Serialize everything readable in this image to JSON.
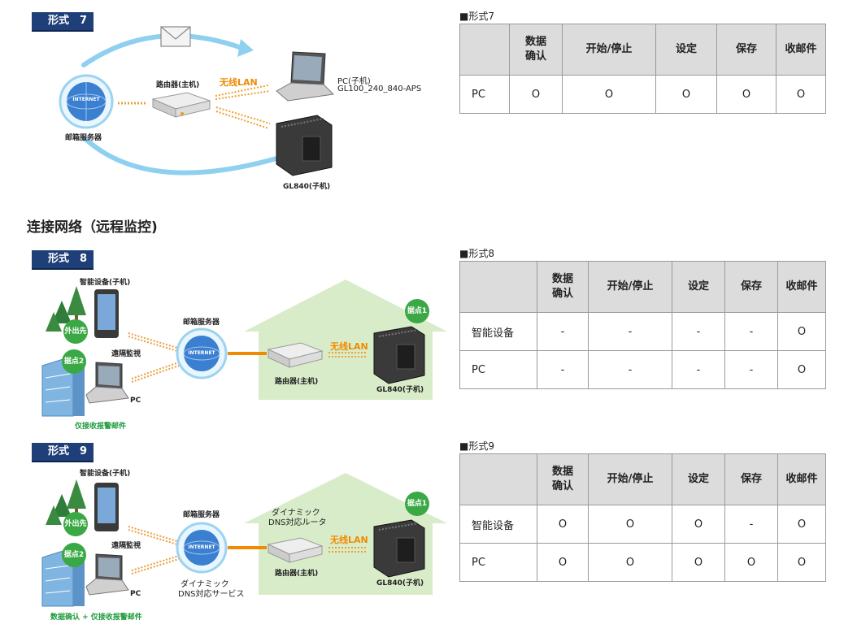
{
  "figure7": {
    "badge_label": "形式",
    "badge_number": "7",
    "mail_server": "邮箱服务器",
    "internet": "INTERNET",
    "router": "路由器(主机)",
    "wlan": "无线LAN",
    "pc_label_1": "PC(子机)",
    "pc_label_2": "GL100_240_840-APS",
    "device": "GL840(子机)"
  },
  "heading": "连接网络（远程监控)",
  "figure8": {
    "badge_label": "形式",
    "badge_number": "8",
    "smart_device": "智能设备(子机)",
    "outside": "外出先",
    "site2": "据点2",
    "remote": "遠隔監視",
    "pc": "PC",
    "mail_server": "邮箱服务器",
    "internet": "INTERNET",
    "router": "路由器(主机)",
    "wlan": "无线LAN",
    "site1": "据点1",
    "device": "GL840(子机)",
    "footer": "仅接收报警邮件"
  },
  "figure9": {
    "badge_label": "形式",
    "badge_number": "9",
    "smart_device": "智能设备(子机)",
    "outside": "外出先",
    "site2": "据点2",
    "remote": "遠隔監視",
    "pc": "PC",
    "mail_server": "邮箱服务器",
    "internet": "INTERNET",
    "dyn_router_1": "ダイナミック",
    "dyn_router_2": "DNS対応ルータ",
    "dyn_service_1": "ダイナミック",
    "dyn_service_2": "DNS対応サービス",
    "router": "路由器(主机)",
    "wlan": "无线LAN",
    "site1": "据点1",
    "device": "GL840(子机)",
    "footer": "数据确认 + 仅接收报警邮件"
  },
  "tables": [
    {
      "caption": "■形式7",
      "headers": [
        "",
        "数据\n确认",
        "开始/停止",
        "设定",
        "保存",
        "收邮件"
      ],
      "rows": [
        [
          "PC",
          "O",
          "O",
          "O",
          "O",
          "O"
        ]
      ]
    },
    {
      "caption": "■形式8",
      "headers": [
        "",
        "数据\n确认",
        "开始/停止",
        "设定",
        "保存",
        "收邮件"
      ],
      "rows": [
        [
          "智能设备",
          "-",
          "-",
          "-",
          "-",
          "O"
        ],
        [
          "PC",
          "-",
          "-",
          "-",
          "-",
          "O"
        ]
      ]
    },
    {
      "caption": "■形式9",
      "headers": [
        "",
        "数据\n确认",
        "开始/停止",
        "设定",
        "保存",
        "收邮件"
      ],
      "rows": [
        [
          "智能设备",
          "O",
          "O",
          "O",
          "-",
          "O"
        ],
        [
          "PC",
          "O",
          "O",
          "O",
          "O",
          "O"
        ]
      ]
    }
  ],
  "colors": {
    "badge_bg": "#1f3f78",
    "wlan_orange": "#f08a00",
    "house_green": "#d9ecc9",
    "arc_blue": "#8fd0f0",
    "table_header": "#dcdcdc"
  }
}
